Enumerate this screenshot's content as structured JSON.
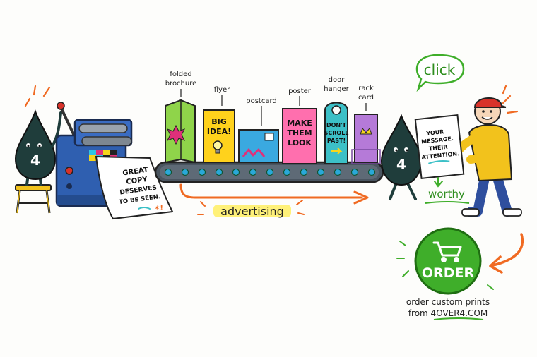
{
  "mascot": {
    "digit": "4"
  },
  "press_sheet": {
    "line1": "GREAT",
    "line2": "COPY",
    "line3": "DESERVES",
    "line4": "TO BE SEEN."
  },
  "products": {
    "folded_brochure": {
      "label1": "folded",
      "label2": "brochure"
    },
    "flyer": {
      "label": "flyer",
      "line1": "BIG",
      "line2": "IDEA!"
    },
    "postcard": {
      "label": "postcard"
    },
    "poster": {
      "label": "poster",
      "line1": "MAKE",
      "line2": "THEM",
      "line3": "LOOK"
    },
    "door_hanger": {
      "label1": "door",
      "label2": "hanger",
      "line1": "DON'T",
      "line2": "SCROLL",
      "line3": "PAST!"
    },
    "rack_card": {
      "label1": "rack",
      "label2": "card"
    }
  },
  "flow": {
    "advertising": "advertising",
    "click": "click",
    "worthy": "worthy"
  },
  "sign": {
    "line1": "YOUR",
    "line2": "MESSAGE.",
    "line3": "THEIR",
    "line4": "ATTENTION."
  },
  "order": {
    "button": "ORDER",
    "caption1": "order custom prints",
    "caption2": "from 4OVER4.COM"
  },
  "colors": {
    "ink_drop": "#1f3d3b",
    "press_blue": "#2f5fb0",
    "belt": "#4a5560",
    "brochure": "#8fd44a",
    "flyer": "#ffd21c",
    "postcard": "#3aa9e0",
    "poster": "#ff6fae",
    "door_hanger": "#3cc0c7",
    "rack_card": "#b57ad8",
    "arrow_orange": "#f06a22",
    "order_green": "#3fae2a",
    "highlight_yellow": "#fff06a",
    "person_yellow": "#f2c21c",
    "cap_red": "#d8322a"
  }
}
